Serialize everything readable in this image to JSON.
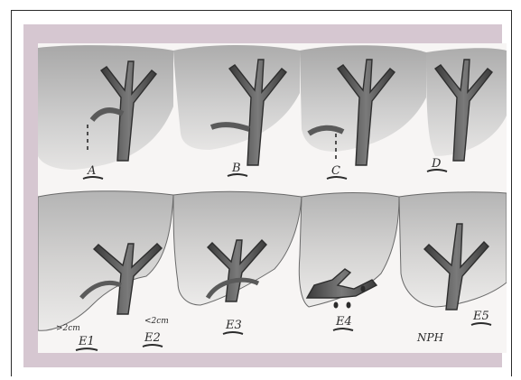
{
  "top_row": {
    "labels": [
      "A",
      "B",
      "C",
      "D"
    ]
  },
  "bottom_row": {
    "labels": [
      "E1",
      "E2",
      "E3",
      "E4",
      "NPH",
      "E5"
    ],
    "notes": [
      ">2cm",
      "<2cm"
    ]
  },
  "colors": {
    "mat": "#d6c7d1",
    "paper": "#f7f5f4",
    "graphite": "#5a5a5a",
    "dark_graphite": "#2b2b2b"
  }
}
